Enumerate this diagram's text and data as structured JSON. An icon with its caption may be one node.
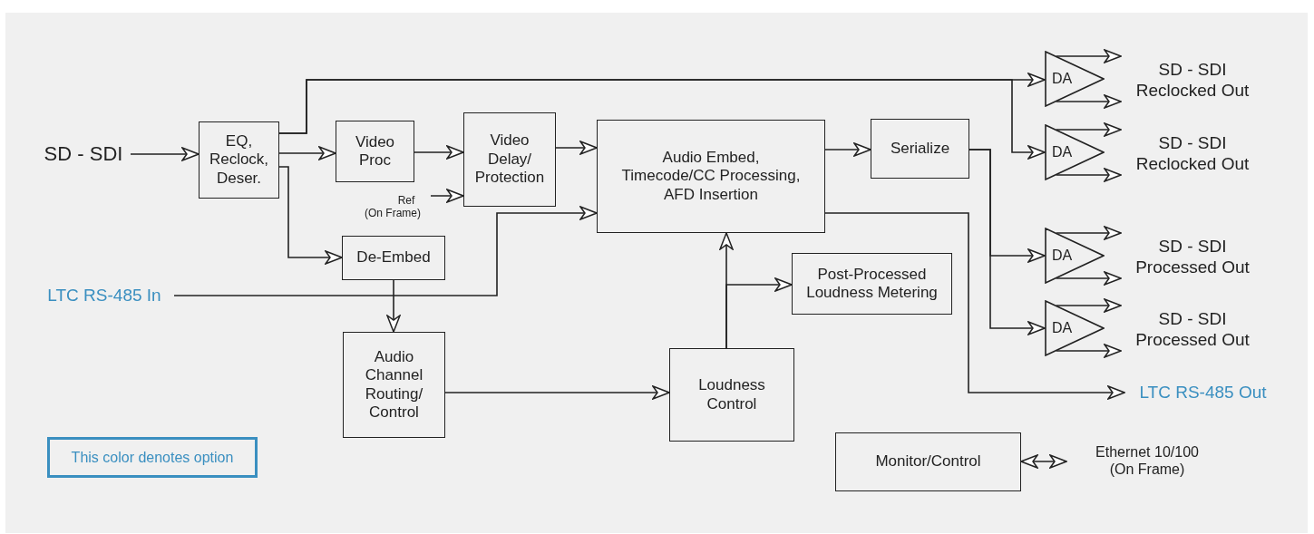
{
  "diagram": {
    "nodes": [
      {
        "text": [
          "SD - SDI"
        ]
      },
      {
        "text": [
          "EQ, Reclock, Deser."
        ]
      },
      {
        "text": [
          "Video Proc"
        ]
      },
      {
        "text": [
          "Video Delay/ Protection"
        ]
      },
      {
        "text": [
          "Ref (On Frame)"
        ]
      },
      {
        "text": [
          "Audio Embed, Timecode/CC Processing, AFD Insertion"
        ]
      },
      {
        "text": [
          "Serialize"
        ]
      },
      {
        "text": [
          "De-Embed"
        ]
      },
      {
        "text": [
          "LTC RS-485 In"
        ]
      },
      {
        "text": [
          "Audio Channel Routing/ Control"
        ]
      },
      {
        "text": [
          "Loudness Control"
        ]
      },
      {
        "text": [
          "Post-Processed Loudness Metering"
        ]
      },
      {
        "text": [
          "DA"
        ]
      },
      {
        "text": [
          "DA"
        ]
      },
      {
        "text": [
          "DA"
        ]
      },
      {
        "text": [
          "DA"
        ]
      },
      {
        "text": [
          "LTC RS-485 Out"
        ]
      },
      {
        "text": [
          "Monitor/Control"
        ]
      },
      {
        "text": [
          "Ethernet 10/100 (On Frame)"
        ]
      },
      {
        "text": [
          "SD - SDI Reclocked Out"
        ]
      },
      {
        "text": [
          "SD - SDI Reclocked Out"
        ]
      },
      {
        "text": [
          "SD - SDI Processed Out"
        ]
      },
      {
        "text": [
          "SD - SDI Processed Out"
        ]
      }
    ],
    "edges": [
      {
        "from": 0,
        "to": 1,
        "arrow": "to"
      },
      {
        "from": 1,
        "to": 12,
        "arrow": "to"
      },
      {
        "from": 1,
        "to": 13,
        "arrow": "to"
      },
      {
        "from": 1,
        "to": 2,
        "arrow": "to"
      },
      {
        "from": 1,
        "to": 7,
        "arrow": "to"
      },
      {
        "from": 2,
        "to": 3,
        "arrow": "to"
      },
      {
        "from": 4,
        "to": 3,
        "arrow": "to"
      },
      {
        "from": 3,
        "to": 5,
        "arrow": "to"
      },
      {
        "from": 8,
        "to": 5,
        "arrow": "to"
      },
      {
        "from": 7,
        "to": 9,
        "arrow": "to"
      },
      {
        "from": 5,
        "to": 6,
        "arrow": "to"
      },
      {
        "from": 6,
        "to": 14,
        "arrow": "to"
      },
      {
        "from": 6,
        "to": 15,
        "arrow": "to"
      },
      {
        "from": 5,
        "to": 16,
        "arrow": "to"
      },
      {
        "from": 9,
        "to": 10,
        "arrow": "to"
      },
      {
        "from": 10,
        "to": 5,
        "arrow": "to"
      },
      {
        "from": 10,
        "to": 11,
        "arrow": "to"
      },
      {
        "from": 17,
        "to": 18,
        "arrow": "both"
      },
      {
        "from": 12,
        "to": 19,
        "arrow": "to"
      },
      {
        "from": 12,
        "to": 19,
        "arrow": "to"
      },
      {
        "from": 13,
        "to": 20,
        "arrow": "to"
      },
      {
        "from": 13,
        "to": 20,
        "arrow": "to"
      },
      {
        "from": 14,
        "to": 21,
        "arrow": "to"
      },
      {
        "from": 14,
        "to": 21,
        "arrow": "to"
      },
      {
        "from": 15,
        "to": 22,
        "arrow": "to"
      },
      {
        "from": 15,
        "to": 22,
        "arrow": "to"
      }
    ],
    "legend": [
      {
        "text": "This color denotes option",
        "color": "#3a8fc0"
      }
    ]
  }
}
